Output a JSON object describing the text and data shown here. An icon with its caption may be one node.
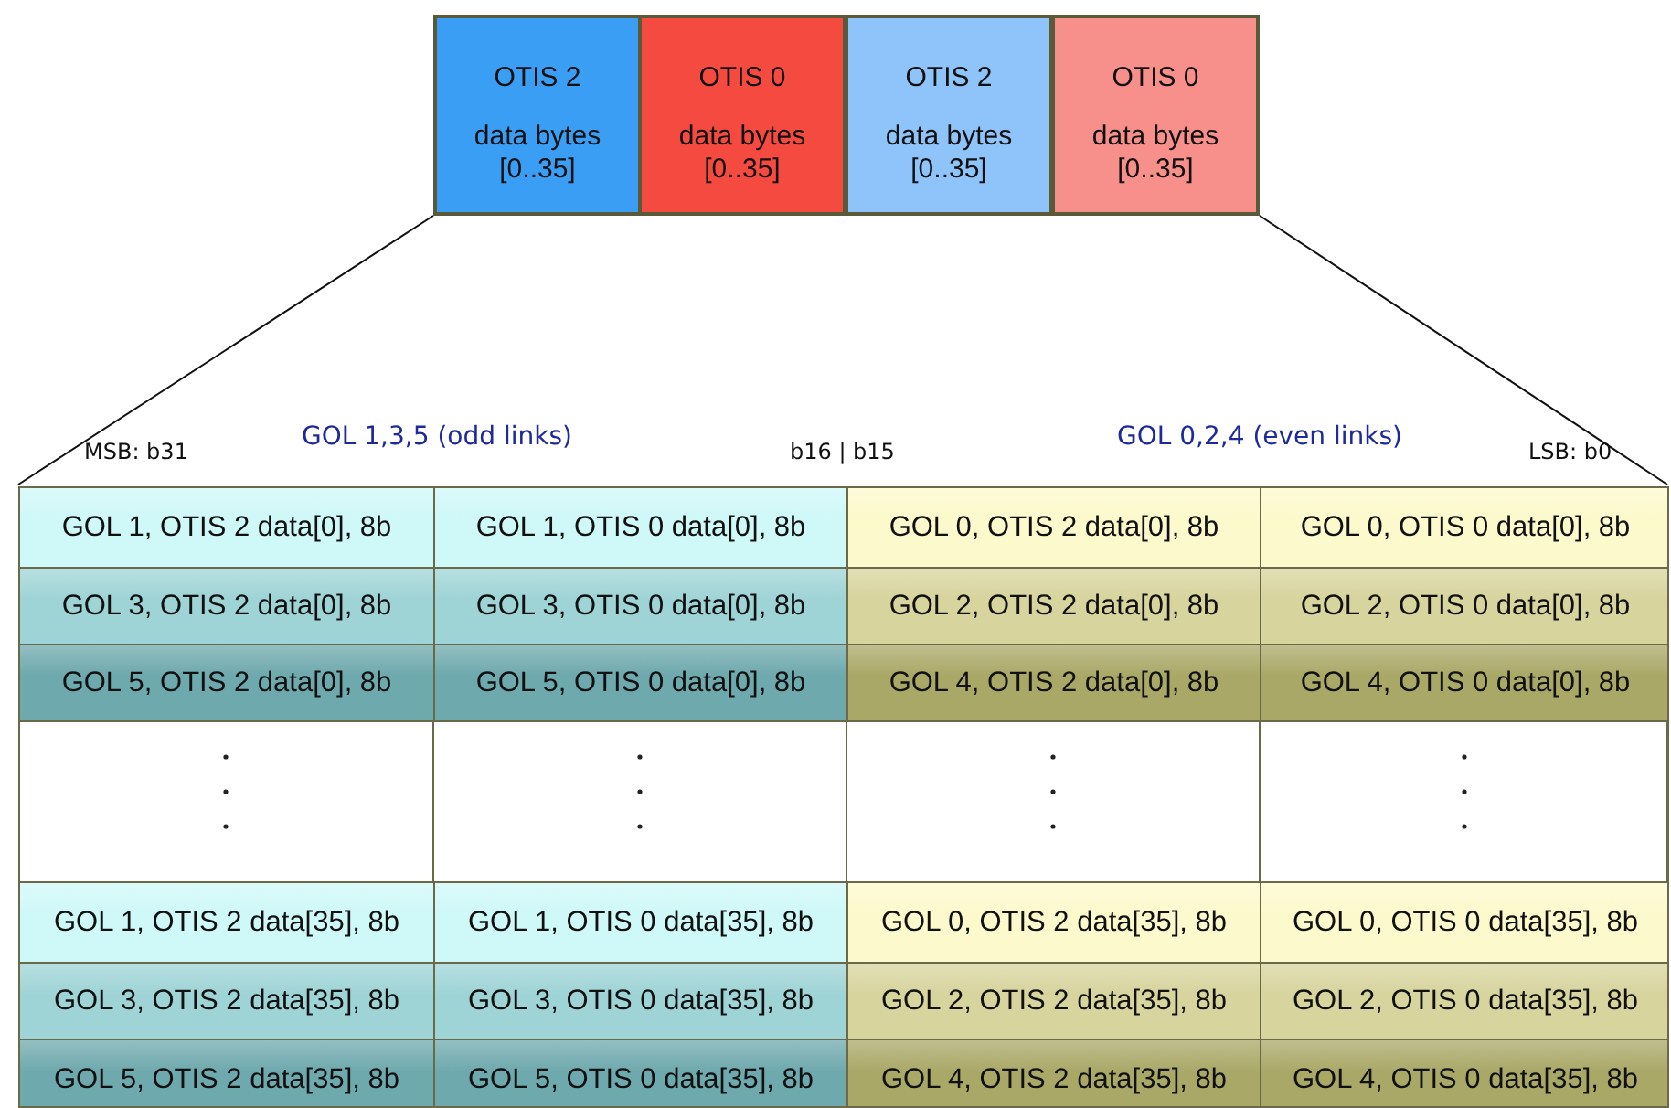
{
  "diagram": {
    "nodes": [
      {
        "text": [
          "OTIS 2",
          "data bytes [0..35]"
        ]
      },
      {
        "text": [
          "OTIS 0",
          "data bytes [0..35]"
        ]
      },
      {
        "text": [
          "OTIS 2",
          "data bytes [0..35]"
        ]
      },
      {
        "text": [
          "OTIS 0",
          "data bytes [0..35]"
        ]
      },
      {
        "text": [],
        "shape": "box"
      }
    ],
    "edges": [
      {
        "from": 0,
        "to": 4,
        "arrow": "none"
      },
      {
        "from": 3,
        "to": 4,
        "arrow": "none"
      }
    ],
    "labels": [
      "MSB: b31",
      "GOL 1,3,5 (odd links)",
      "b16 | b15",
      "GOL 0,2,4 (even links)",
      "LSB: b0",
      "GOL 1, OTIS 2 data[0], 8b",
      "GOL 1, OTIS 0 data[0], 8b",
      "GOL 0, OTIS 2 data[0], 8b",
      "GOL 0, OTIS 0 data[0], 8b",
      "GOL 3, OTIS 2 data[0], 8b",
      "GOL 3, OTIS 0 data[0], 8b",
      "GOL 2, OTIS 2 data[0], 8b",
      "GOL 2, OTIS 0 data[0], 8b",
      "GOL 5, OTIS 2 data[0], 8b",
      "GOL 5, OTIS 0 data[0], 8b",
      "GOL 4, OTIS 2 data[0], 8b",
      "GOL 4, OTIS 0 data[0], 8b",
      "GOL 1, OTIS 2 data[35], 8b",
      "GOL 1, OTIS 0 data[35], 8b",
      "GOL 0, OTIS 2 data[35], 8b",
      "GOL 0, OTIS 0 data[35], 8b",
      "GOL 3, OTIS 2 data[35], 8b",
      "GOL 3, OTIS 0 data[35], 8b",
      "GOL 2, OTIS 2 data[35], 8b",
      "GOL 2, OTIS 0 data[35], 8b",
      "GOL 5, OTIS 2 data[35], 8b",
      "GOL 5, OTIS 0 data[35], 8b",
      "GOL 4, OTIS 2 data[35], 8b",
      "GOL 4, OTIS 0 data[35], 8b"
    ]
  }
}
